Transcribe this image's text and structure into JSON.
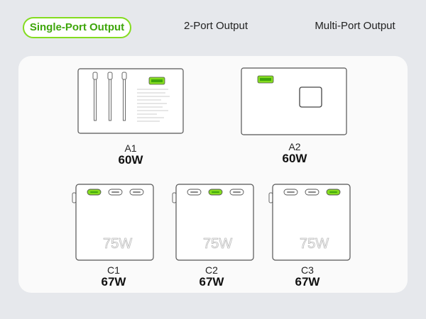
{
  "tabs": [
    {
      "label": "Single-Port Output",
      "active": true
    },
    {
      "label": "2-Port Output",
      "active": false
    },
    {
      "label": "Multi-Port Output",
      "active": false
    }
  ],
  "devices": [
    {
      "model": "A1",
      "output": "60W",
      "active_port": "usb-a"
    },
    {
      "model": "A2",
      "output": "60W",
      "active_port": "usb-a"
    },
    {
      "model": "C1",
      "output": "67W",
      "active_port": 1
    },
    {
      "model": "C2",
      "output": "67W",
      "active_port": 2
    },
    {
      "model": "C3",
      "output": "67W",
      "active_port": 3
    }
  ],
  "device_mark": "75W",
  "colors": {
    "accent": "#84dc1f",
    "accent_text": "#3fa60c",
    "page_bg": "#e6e8ec",
    "panel_bg": "#fafafa"
  }
}
